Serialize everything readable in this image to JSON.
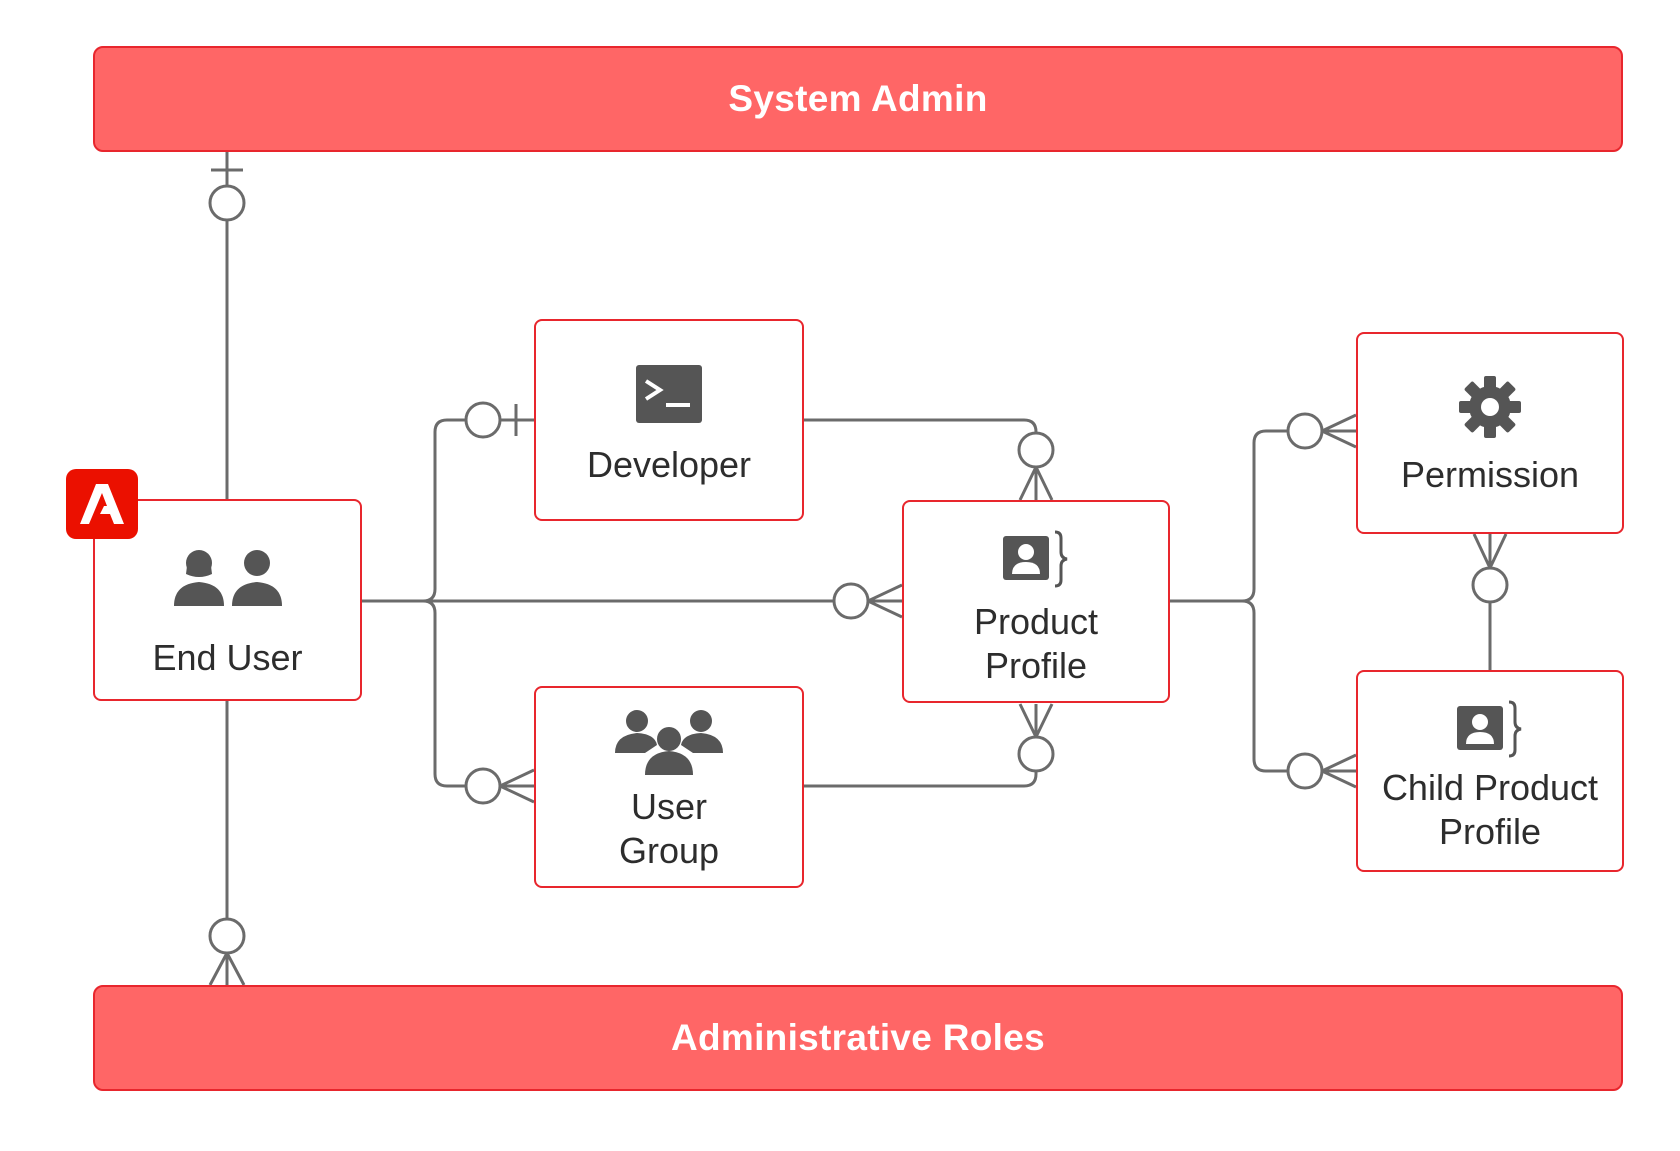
{
  "diagram": {
    "top_bar": {
      "label": "System Admin"
    },
    "bottom_bar": {
      "label": "Administrative Roles"
    },
    "nodes": {
      "end_user": {
        "label": "End User",
        "icon": "two-users-icon"
      },
      "developer": {
        "label": "Developer",
        "icon": "terminal-icon"
      },
      "user_group": {
        "label_line1": "User",
        "label_line2": "Group",
        "icon": "user-group-icon"
      },
      "product_profile": {
        "label_line1": "Product",
        "label_line2": "Profile",
        "icon": "profile-card-icon"
      },
      "permission": {
        "label": "Permission",
        "icon": "gear-icon"
      },
      "child_product_profile": {
        "label_line1": "Child Product",
        "label_line2": "Profile",
        "icon": "profile-card-icon"
      }
    },
    "badge": {
      "icon": "adobe-logo-icon"
    },
    "colors": {
      "bar_fill": "#ff6666",
      "border": "#e8262d",
      "adobe_red": "#eb1000",
      "connector": "#6b6b6b",
      "icon": "#555555",
      "text": "#2d2d2d"
    }
  }
}
